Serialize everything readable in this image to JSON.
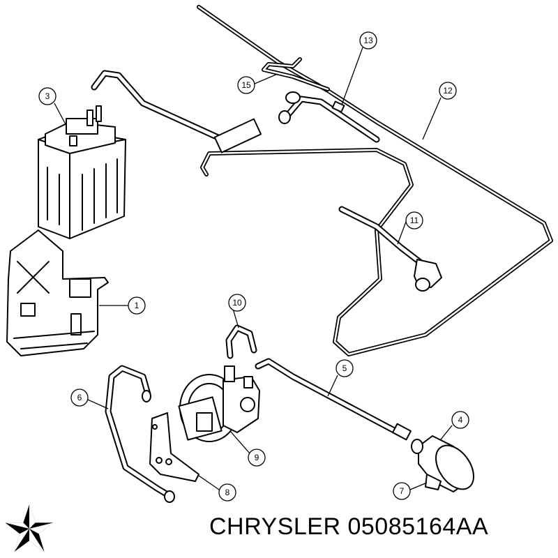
{
  "footer": {
    "text": "CHRYSLER 05085164AA"
  },
  "logo": {
    "icon": "pentastar-logo-icon"
  },
  "callouts": [
    {
      "id": "1",
      "label": "1"
    },
    {
      "id": "3",
      "label": "3"
    },
    {
      "id": "4",
      "label": "4"
    },
    {
      "id": "5",
      "label": "5"
    },
    {
      "id": "6",
      "label": "6"
    },
    {
      "id": "7",
      "label": "7"
    },
    {
      "id": "8",
      "label": "8"
    },
    {
      "id": "9",
      "label": "9"
    },
    {
      "id": "10",
      "label": "10"
    },
    {
      "id": "11",
      "label": "11"
    },
    {
      "id": "12",
      "label": "12"
    },
    {
      "id": "13",
      "label": "13"
    },
    {
      "id": "15",
      "label": "15"
    }
  ]
}
